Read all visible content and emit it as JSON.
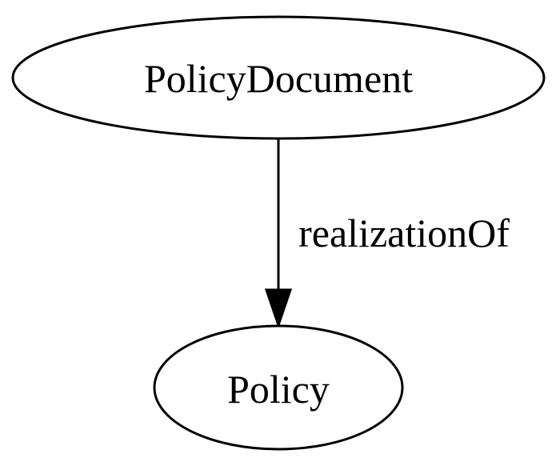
{
  "diagram": {
    "nodes": [
      {
        "id": "policy-document",
        "label": "PolicyDocument"
      },
      {
        "id": "policy",
        "label": "Policy"
      }
    ],
    "edges": [
      {
        "from": "policy-document",
        "to": "policy",
        "label": "realizationOf"
      }
    ]
  }
}
